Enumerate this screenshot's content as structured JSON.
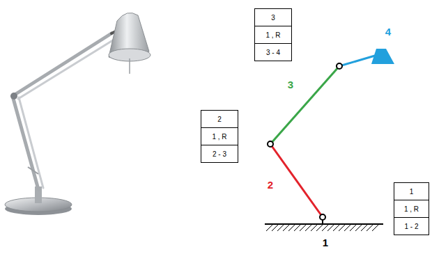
{
  "diagram": {
    "labels": [
      "3",
      "1 , R",
      "3 - 4",
      "4",
      "2",
      "1 , R",
      "2 - 3",
      "3",
      "2",
      "1",
      "1 , R",
      "1 - 2",
      "1"
    ]
  }
}
